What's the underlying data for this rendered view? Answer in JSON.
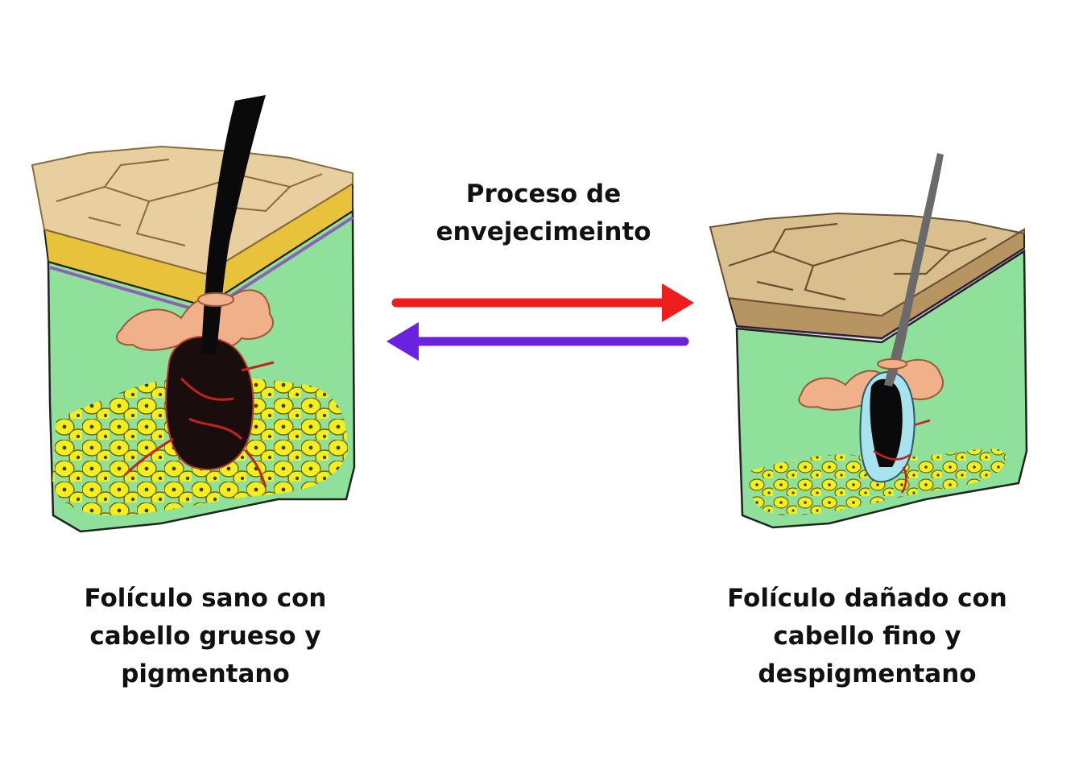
{
  "process": {
    "line1": "Proceso de",
    "line2": "envejecimeinto"
  },
  "healthy": {
    "line1": "Folículo sano con",
    "line2": "cabello grueso y",
    "line3": "pigmentano"
  },
  "damaged": {
    "line1": "Folículo dañado con",
    "line2": "cabello fino y",
    "line3": "despigmentano"
  },
  "colors": {
    "dermis": "#8fe09a",
    "epidermis_top": "#e9cfa0",
    "epidermis_top_aged": "#d9bf8e",
    "epidermis_side": "#e7c23a",
    "epidermis_side_aged": "#b79563",
    "fat_cells": "#f3ef1e",
    "hair": "#0a0a0a",
    "hair_aged": "#6a6a6a",
    "gland": "#f0b08a",
    "arrow_forward": "#ee1e1e",
    "arrow_back": "#6a22e0"
  },
  "icons": [
    "healthy-follicle-illustration",
    "damaged-follicle-illustration",
    "forward-arrow-icon",
    "back-arrow-icon"
  ]
}
